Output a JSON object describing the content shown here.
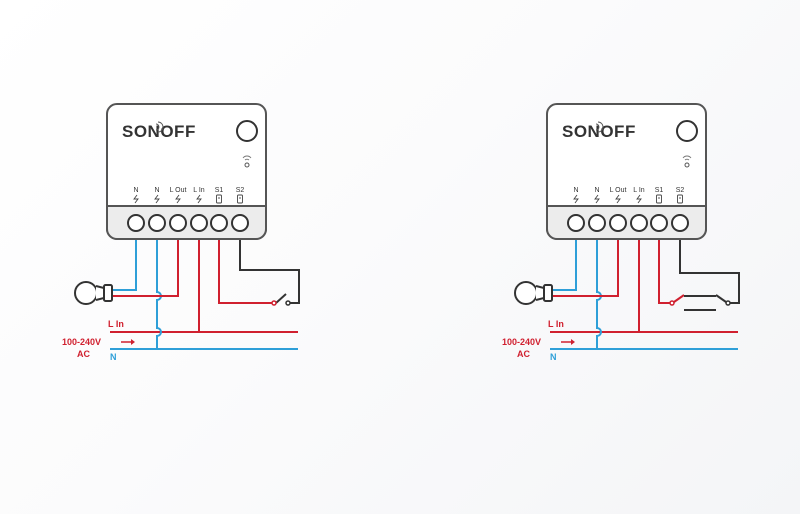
{
  "brand": "SONOFF",
  "colors": {
    "live": "#d0202f",
    "neutral": "#2e9fd8",
    "switch_wire": "#333333",
    "device_border": "#555555",
    "text_dark": "#333333"
  },
  "diagrams": [
    {
      "brand": "SONOFF",
      "terminals": [
        "N",
        "N",
        "L Out",
        "L In",
        "S1",
        "S2"
      ],
      "legend": {
        "live": "L In",
        "neutral": "N",
        "voltage": "100-240V",
        "ac": "AC"
      },
      "switch_type": "single"
    },
    {
      "brand": "SONOFF",
      "terminals": [
        "N",
        "N",
        "L Out",
        "L In",
        "S1",
        "S2"
      ],
      "legend": {
        "live": "L In",
        "neutral": "N",
        "voltage": "100-240V",
        "ac": "AC"
      },
      "switch_type": "two-way"
    }
  ],
  "icons": [
    "wifi-icon",
    "button-icon",
    "bulb-icon",
    "bolt-icon",
    "switch-input-icon",
    "arrow-icon"
  ]
}
